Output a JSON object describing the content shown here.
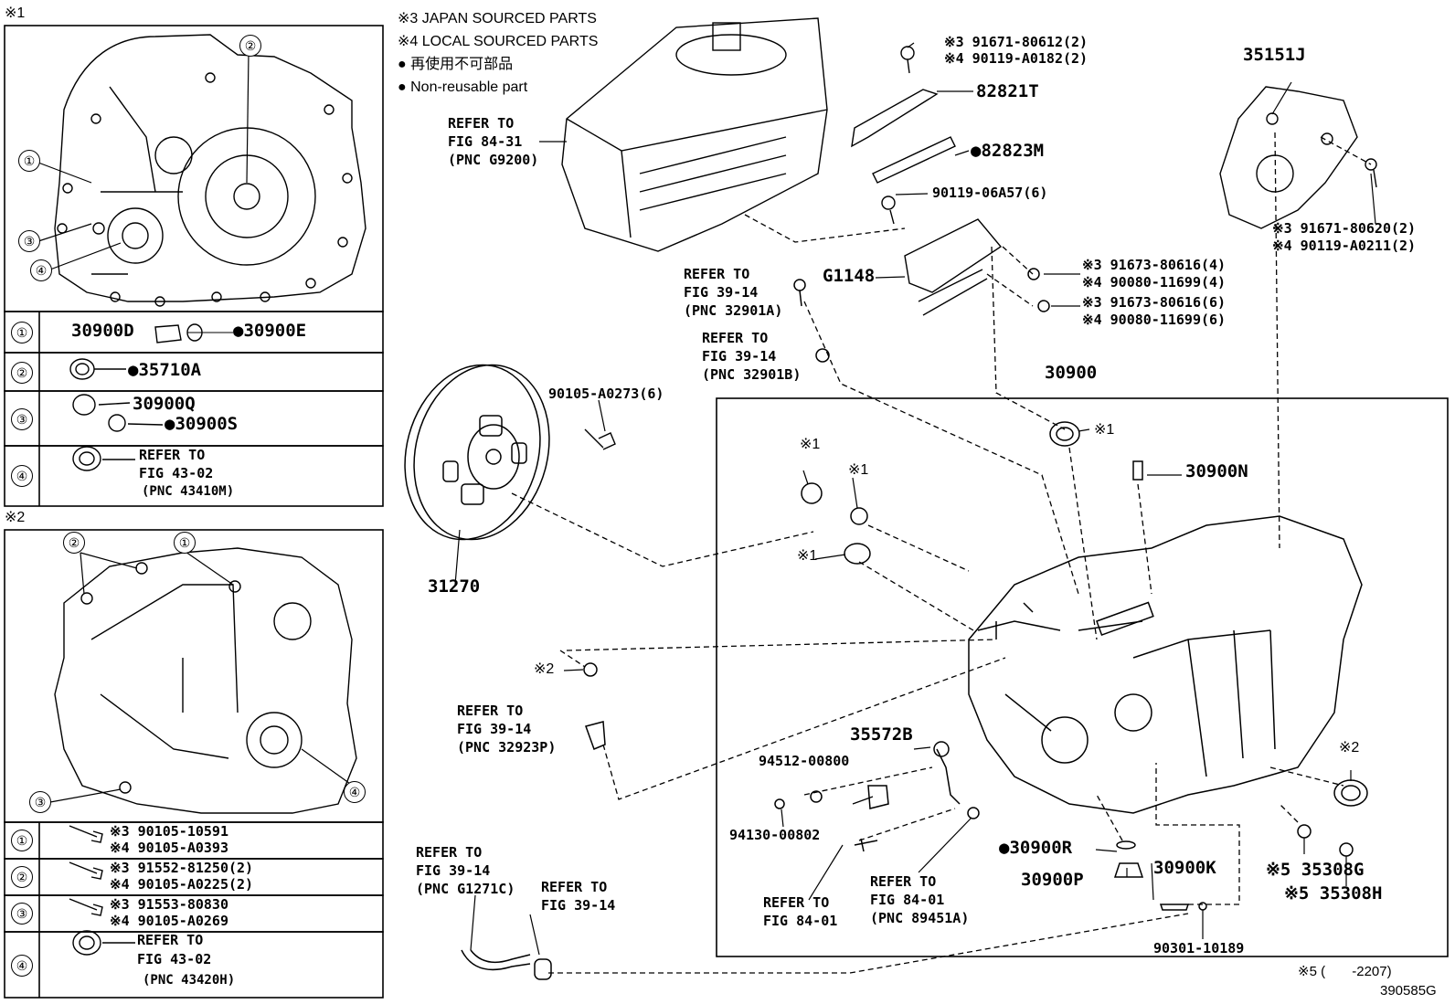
{
  "sections": {
    "s1": "※1",
    "s2": "※2",
    "s5": "※5 (       -2207)",
    "code": "390585G"
  },
  "legend": {
    "l1": "※3 JAPAN SOURCED PARTS",
    "l2": "※4 LOCAL SOURCED PARTS",
    "l3": "● 再使用不可部品",
    "l4": "● Non-reusable part"
  },
  "box1": {
    "nums": [
      "①",
      "②",
      "③",
      "④"
    ],
    "rows": [
      {
        "a": "30900D",
        "b": "●30900E"
      },
      {
        "a": "●35710A"
      },
      {
        "a": "30900Q",
        "b": "●30900S"
      },
      {
        "a": "REFER TO",
        "b": "FIG 43-02",
        "c": "(PNC 43410M)"
      }
    ]
  },
  "box2": {
    "nums": [
      "①",
      "②",
      "③",
      "④"
    ],
    "rows": [
      {
        "a": "※3 90105-10591",
        "b": "※4 90105-A0393"
      },
      {
        "a": "※3 91552-81250(2)",
        "b": "※4 90105-A0225(2)"
      },
      {
        "a": "※3 91553-80830",
        "b": "※4 90105-A0269"
      },
      {
        "a": "REFER TO",
        "b": "FIG 43-02",
        "c": "(PNC 43420H)"
      }
    ]
  },
  "labels": {
    "refer_g9200": [
      "REFER TO",
      "FIG 84-31",
      "(PNC G9200)"
    ],
    "p91671_80612": "※3 91671-80612(2)",
    "p90119_A0182": "※4 90119-A0182(2)",
    "p82821T": "82821T",
    "p82823M": "●82823M",
    "p90119_06A57": "90119-06A57(6)",
    "p35151J": "35151J",
    "p91671_80620": "※3 91671-80620(2)",
    "p90119_A0211": "※4 90119-A0211(2)",
    "p91673_4": "※3 91673-80616(4)",
    "p90080_4": "※4 90080-11699(4)",
    "p91673_6": "※3 91673-80616(6)",
    "p90080_6": "※4 90080-11699(6)",
    "pG1148": "G1148",
    "refer_32901A": [
      "REFER TO",
      "FIG 39-14",
      "(PNC 32901A)"
    ],
    "refer_32901B": [
      "REFER TO",
      "FIG 39-14",
      "(PNC 32901B)"
    ],
    "p30900": "30900",
    "p90105_A0273": "90105-A0273(6)",
    "p31270": "31270",
    "x1a": "※1",
    "x1b": "※1",
    "x1c": "※1",
    "x1d": "※1",
    "p30900N": "30900N",
    "x2a": "※2",
    "x2b": "※2",
    "refer_32923P": [
      "REFER TO",
      "FIG 39-14",
      "(PNC 32923P)"
    ],
    "p35572B": "35572B",
    "p94512": "94512-00800",
    "p94130": "94130-00802",
    "p30900R": "●30900R",
    "p30900P": "30900P",
    "p30900K": "30900K",
    "p35308G": "※5 35308G",
    "p35308H": "※5 35308H",
    "refer_84_01a": [
      "REFER TO",
      "FIG 84-01"
    ],
    "refer_84_01b": [
      "REFER TO",
      "FIG 84-01",
      "(PNC 89451A)"
    ],
    "refer_g1271c": [
      "REFER TO",
      "FIG 39-14",
      "(PNC G1271C)"
    ],
    "refer_39_14": [
      "REFER TO",
      "FIG 39-14"
    ],
    "p90301": "90301-10189"
  }
}
